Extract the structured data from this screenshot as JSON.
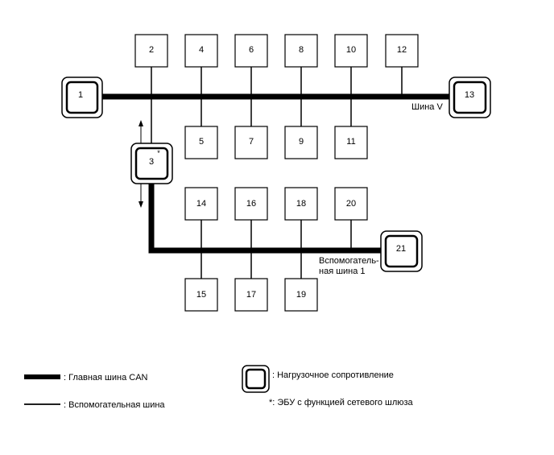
{
  "nodes": {
    "n1": "1",
    "n2": "2",
    "n3": "3",
    "n4": "4",
    "n5": "5",
    "n6": "6",
    "n7": "7",
    "n8": "8",
    "n9": "9",
    "n10": "10",
    "n11": "11",
    "n12": "12",
    "n13": "13",
    "n14": "14",
    "n15": "15",
    "n16": "16",
    "n17": "17",
    "n18": "18",
    "n19": "19",
    "n20": "20",
    "n21": "21",
    "gateway_mark": "*"
  },
  "bus_labels": {
    "bus_v": "Шина V",
    "sub_bus_1_line1": "Вспомогатель-",
    "sub_bus_1_line2": "ная шина 1"
  },
  "legend": {
    "main_bus": ": Главная шина CAN",
    "sub_bus": ": Вспомогательная шина",
    "terminator": ": Нагрузочное сопротивление",
    "gateway": "*: ЭБУ с функцией сетевого шлюза"
  }
}
